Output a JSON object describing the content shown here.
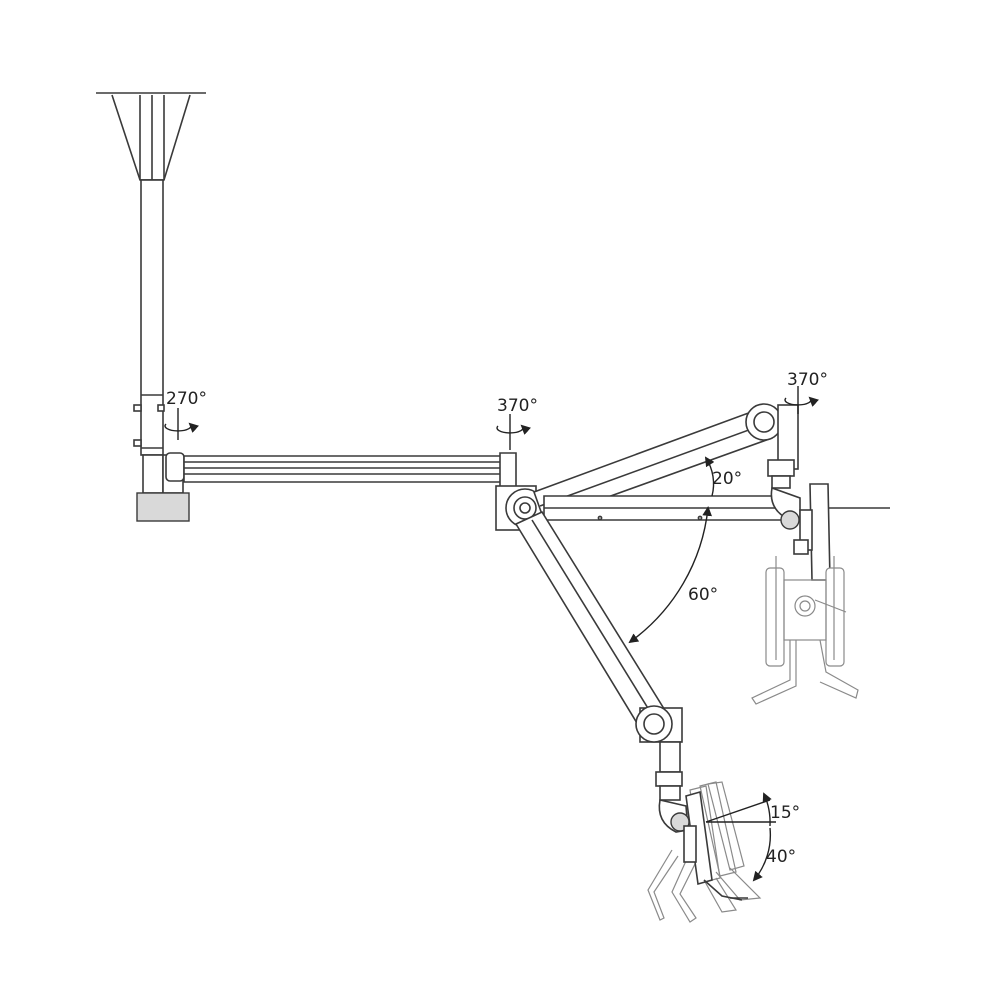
{
  "diagram": {
    "annotations": [
      {
        "id": "ceiling-swivel",
        "label": "270°"
      },
      {
        "id": "elbow-swivel",
        "label": "370°"
      },
      {
        "id": "head-swivel",
        "label": "370°"
      },
      {
        "id": "upper-angle",
        "label": "20°"
      },
      {
        "id": "lower-angle",
        "label": "60°"
      },
      {
        "id": "tilt-up",
        "label": "15°"
      },
      {
        "id": "tilt-down",
        "label": "40°"
      }
    ]
  },
  "colors": {
    "line": "#3a3a3a",
    "ghost": "#8a8a8a",
    "background": "#ffffff"
  }
}
